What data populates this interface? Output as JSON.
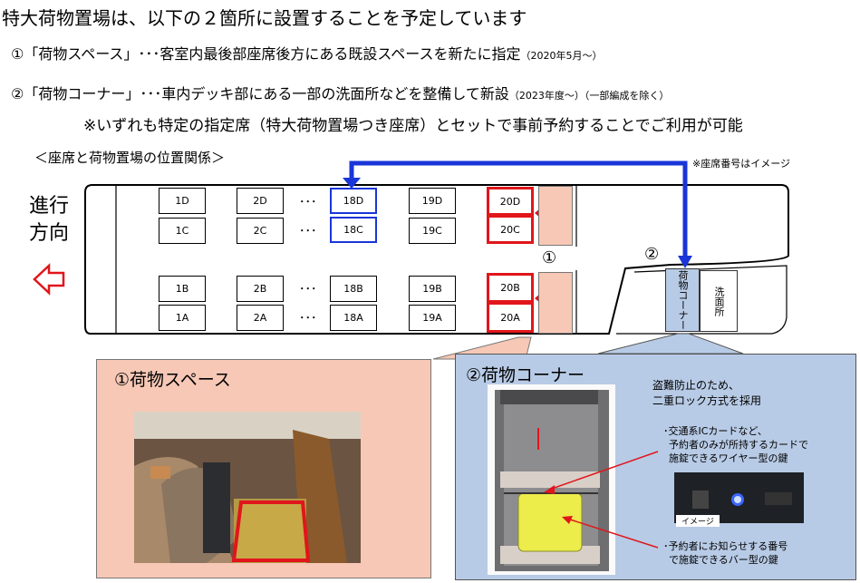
{
  "heading": "特大荷物置場は、以下の２箇所に設置することを予定しています",
  "item1": {
    "main": "①「荷物スペース」･･･客室内最後部座席後方にある既設スペースを新たに指定",
    "suffix": "（2020年5月～）"
  },
  "item2": {
    "main": "②「荷物コーナー」･･･車内デッキ部にある一部の洗面所などを整備して新設",
    "suffix": "（2023年度～）（一部編成を除く）"
  },
  "note": "※いずれも特定の指定席（特大荷物置場つき座席）とセットで事前予約することでご利用が可能",
  "subheading": "＜座席と荷物置場の位置関係＞",
  "seat_note": "※座席番号はイメージ",
  "direction": [
    "進行",
    "方向"
  ],
  "seats": {
    "row_d": [
      "1D",
      "2D",
      "18D",
      "19D",
      "20D"
    ],
    "row_c": [
      "1C",
      "2C",
      "18C",
      "19C",
      "20C"
    ],
    "row_b": [
      "1B",
      "2B",
      "18B",
      "19B",
      "20B"
    ],
    "row_a": [
      "1A",
      "2A",
      "18A",
      "19A",
      "20A"
    ]
  },
  "ellipsis": "･･･",
  "markers": {
    "space": "①",
    "corner": "②"
  },
  "deck": {
    "corner_label": "荷物コーナー",
    "washroom_label": "洗面所"
  },
  "panel_space": {
    "title": "①荷物スペース"
  },
  "panel_corner": {
    "title": "②荷物コーナー",
    "desc1": "盗難防止のため、",
    "desc2": "二重ロック方式を採用",
    "bullet1": [
      "･交通系ICカードなど、",
      "予約者のみが所持するカードで",
      "施錠できるワイヤー型の鍵"
    ],
    "bullet2": [
      "･予約者にお知らせする番号",
      "で施錠できるバー型の鍵"
    ],
    "image_label": "イメージ"
  },
  "colors": {
    "blue": "#1a35d8",
    "red": "#e0161b",
    "pink": "#f7c8b6",
    "lightblue": "#b8cbe6"
  }
}
